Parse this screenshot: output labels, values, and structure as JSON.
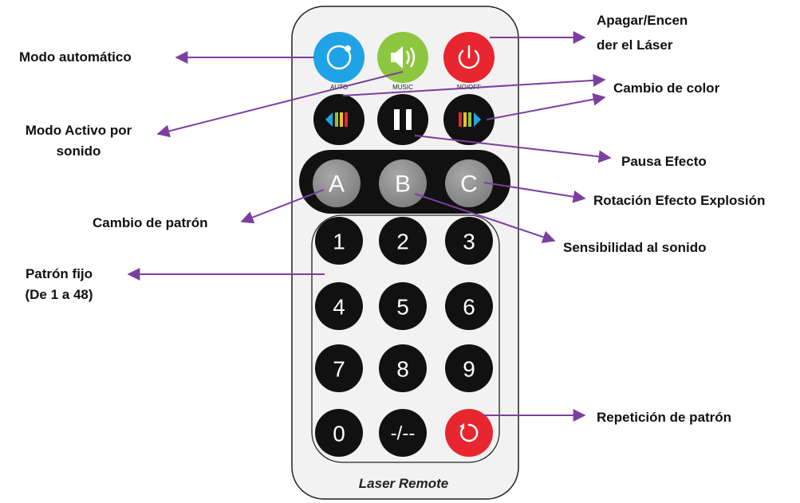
{
  "remote": {
    "brand_label": "Laser Remote",
    "top_row": [
      {
        "caption": "AUTO",
        "icon": "auto-mode-icon",
        "color": "#1fa3e6"
      },
      {
        "caption": "MUSIC",
        "icon": "speaker-icon",
        "color": "#8dc63f"
      },
      {
        "caption": "NO/OFF",
        "icon": "power-icon",
        "color": "#e8262f"
      }
    ],
    "control_row": [
      {
        "icon": "color-prev-icon"
      },
      {
        "icon": "pause-icon"
      },
      {
        "icon": "color-next-icon"
      }
    ],
    "pattern_row": [
      "A",
      "B",
      "C"
    ],
    "keypad": [
      "1",
      "2",
      "3",
      "4",
      "5",
      "6",
      "7",
      "8",
      "9",
      "0",
      "-/--"
    ],
    "repeat_button": {
      "icon": "repeat-icon",
      "color": "#e8262f"
    }
  },
  "callouts": {
    "auto_mode": "Modo automático",
    "sound_mode": [
      "Modo Activo por",
      "sonido"
    ],
    "power": [
      "Apagar/Encen",
      "der el Láser"
    ],
    "color_change": "Cambio de color",
    "pause": "Pausa Efecto",
    "rotation": "Rotación Efecto Explosión",
    "pattern_change": "Cambio de patrón",
    "sensitivity": "Sensibilidad al sonido",
    "fixed_pattern": [
      "Patrón fijo",
      "(De 1 a 48)"
    ],
    "repeat_pattern": "Repetición de patrón"
  },
  "colors": {
    "arrow": "#7b3fa0",
    "remote_body": "#f2f2f2",
    "button_dark": "#111111",
    "button_gray": "#8f8f8f",
    "pattern_bar": "#111111"
  }
}
